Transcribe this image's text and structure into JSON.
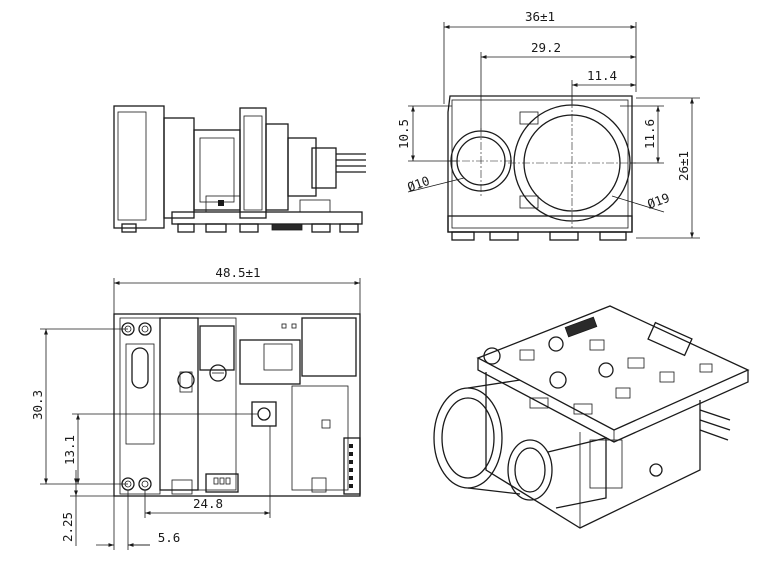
{
  "dimensions": {
    "width_total": "36±1",
    "width_centers": "29.2",
    "width_large_offset": "11.4",
    "height_small_center": "10.5",
    "height_large_center": "11.6",
    "height_total": "26±1",
    "dia_small": "Ø10",
    "dia_large": "Ø19",
    "length_total": "48.5±1",
    "height_hole_span": "30.3",
    "height_lower": "13.1",
    "length_hole": "24.8",
    "bottom_offset": "2.25",
    "left_offset": "5.6"
  },
  "colors": {
    "line": "#1a1a1a",
    "background": "#ffffff"
  }
}
